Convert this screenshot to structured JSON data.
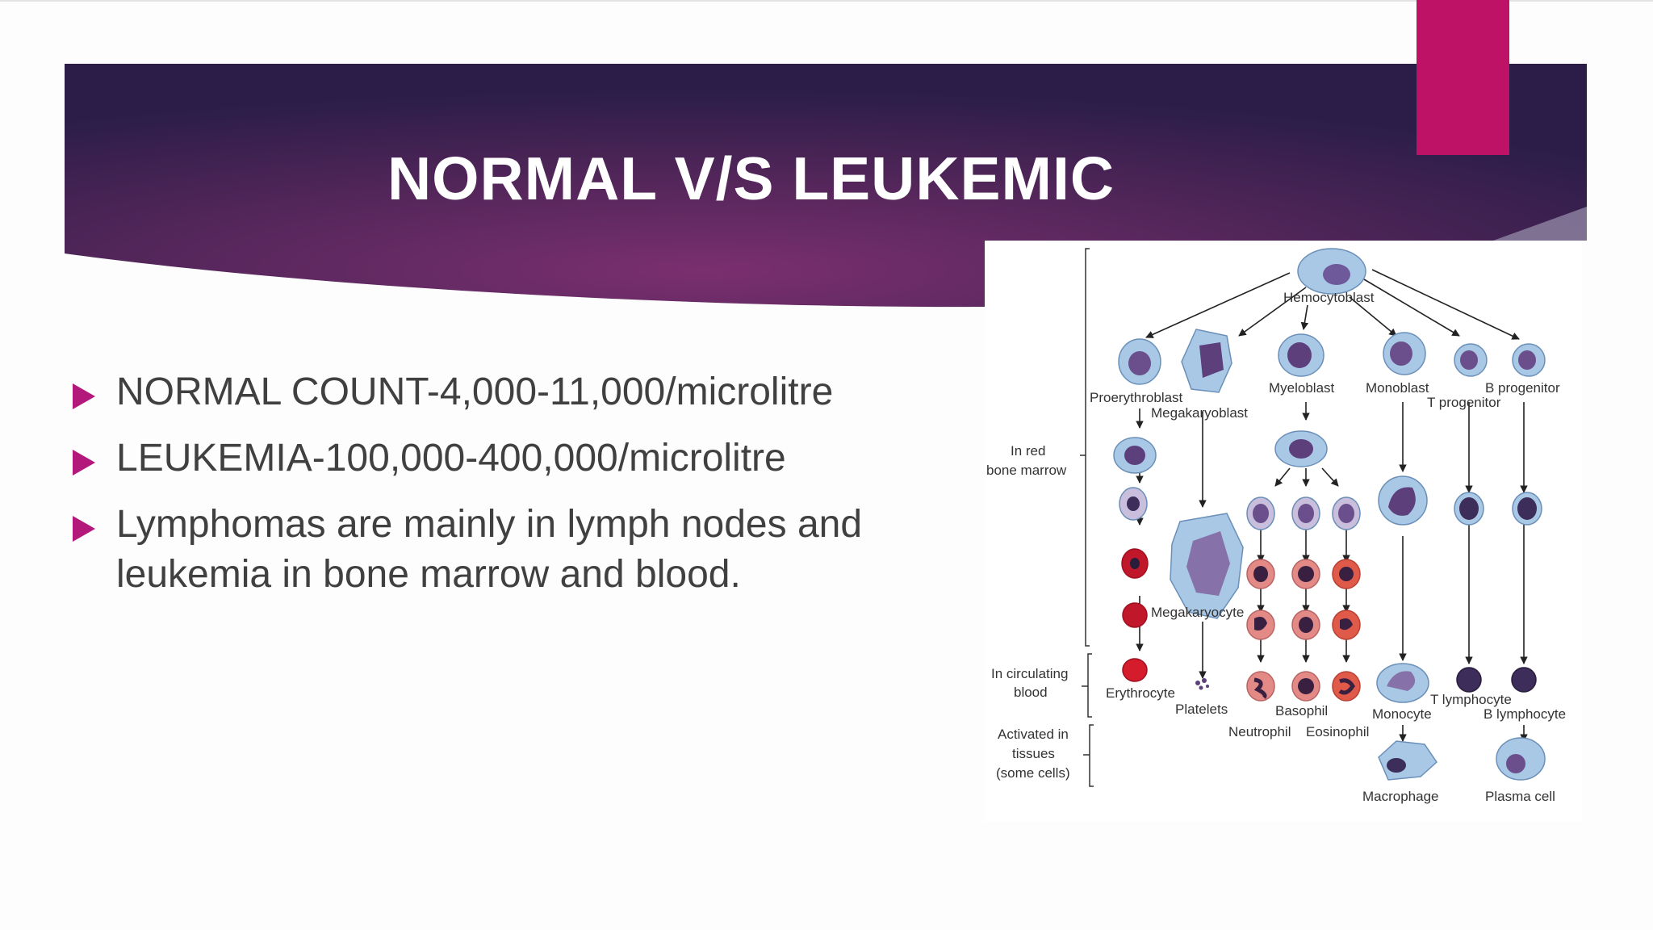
{
  "slide": {
    "title": "NORMAL V/S LEUKEMIC",
    "bullets": [
      "NORMAL COUNT-4,000-11,000/microlitre",
      "LEUKEMIA-100,000-400,000/microlitre",
      "Lymphomas are mainly in lymph nodes and leukemia in bone marrow and blood."
    ]
  },
  "diagram": {
    "labels": {
      "hemocytoblast": "Hemocytoblast",
      "proerythroblast": "Proerythroblast",
      "megakaryoblast": "Megakaryoblast",
      "myeloblast": "Myeloblast",
      "monoblast": "Monoblast",
      "b_progenitor": "B progenitor",
      "t_progenitor": "T progenitor",
      "in_red": "In red",
      "bone_marrow": "bone marrow",
      "megakaryocyte": "Megakaryocyte",
      "in_circulating": "In circulating",
      "blood": "blood",
      "erythrocyte": "Erythrocyte",
      "platelets": "Platelets",
      "basophil": "Basophil",
      "neutrophil": "Neutrophil",
      "eosinophil": "Eosinophil",
      "monocyte": "Monocyte",
      "t_lymphocyte": "T lymphocyte",
      "b_lymphocyte": "B lymphocyte",
      "activated_in": "Activated in",
      "tissues": "tissues",
      "some_cells": "(some cells)",
      "macrophage": "Macrophage",
      "plasma_cell": "Plasma cell"
    }
  },
  "colors": {
    "banner_dark": "#2b1d48",
    "banner_mid": "#6a2c68",
    "accent": "#bd1265",
    "bullet_arrow": "#b2197a",
    "body_text": "#404040"
  }
}
